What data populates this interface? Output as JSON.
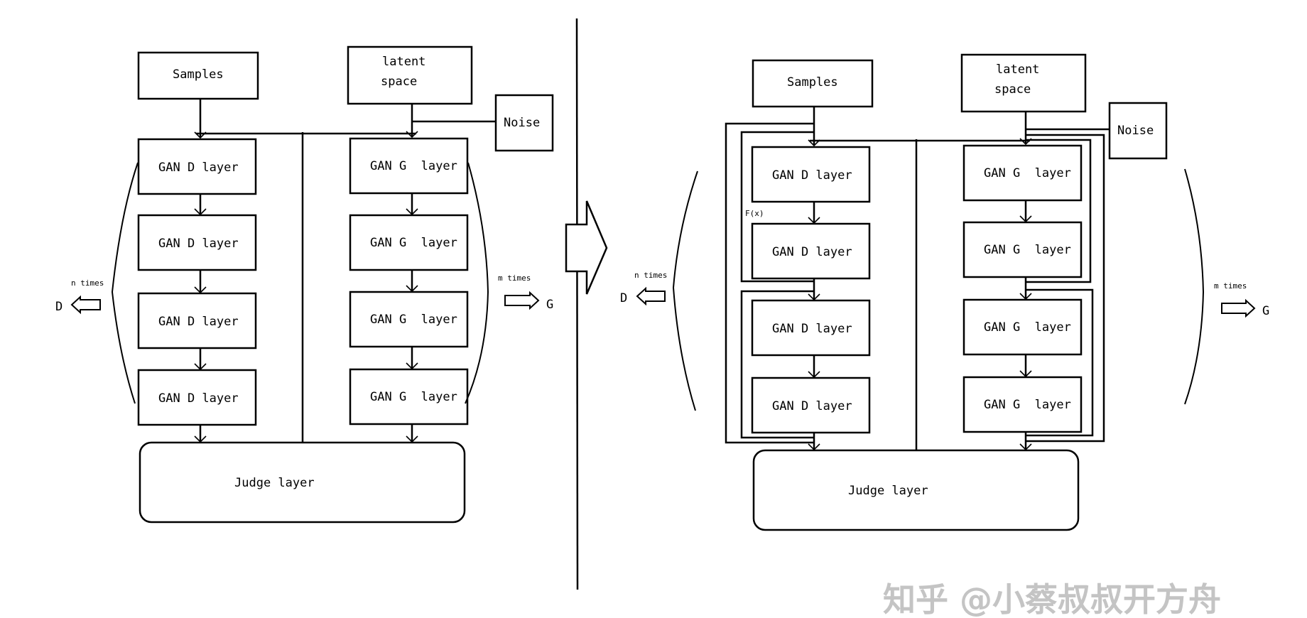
{
  "left_diagram": {
    "samples": "Samples",
    "latent_line1": "latent",
    "latent_line2": "space",
    "noise": "Noise",
    "d_layers": [
      "GAN D layer",
      "GAN D layer",
      "GAN D layer",
      "GAN D layer"
    ],
    "g_layers": [
      "GAN G  layer",
      "GAN G  layer",
      "GAN G  layer",
      "GAN G  layer"
    ],
    "judge": "Judge layer",
    "n_times": "n times",
    "d_output": "D",
    "m_times": "m times",
    "g_output": "G"
  },
  "right_diagram": {
    "samples": "Samples",
    "latent_line1": "latent",
    "latent_line2": "space",
    "noise": "Noise",
    "d_layers": [
      "GAN D layer",
      "GAN D layer",
      "GAN D layer",
      "GAN D layer"
    ],
    "g_layers": [
      "GAN G  layer",
      "GAN G  layer",
      "GAN G  layer",
      "GAN G  layer"
    ],
    "residual_label": "F(x)",
    "judge": "Judge layer",
    "n_times": "n times",
    "d_output": "D",
    "m_times": "m times",
    "g_output": "G"
  },
  "watermark": "知乎 @小蔡叔叔开方舟"
}
